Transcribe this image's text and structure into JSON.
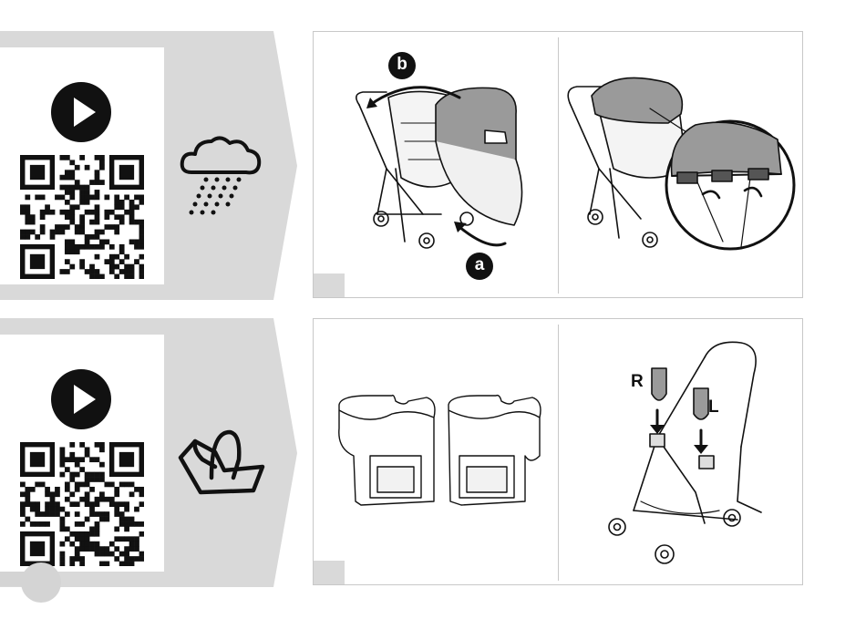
{
  "colors": {
    "band": "#d9d9d9",
    "canopy": "#9a9a9a",
    "ink": "#111111",
    "panel_border": "#c8c8c8"
  },
  "sections": [
    {
      "context_icon": "rain-cloud-icon",
      "qr_icon": "qr-code-icon",
      "play_icon": "play-icon",
      "left_illustration": "raincover-fitting-icon",
      "right_illustration": "canopy-clip-detail-icon",
      "badges": {
        "a": "a",
        "b": "b"
      }
    },
    {
      "context_icon": "infant-car-seat-icon",
      "qr_icon": "qr-code-icon",
      "play_icon": "play-icon",
      "left_illustration": "car-seat-adapters-icon",
      "right_illustration": "adapter-mounting-icon",
      "labels": {
        "right": "R",
        "left": "L"
      }
    }
  ]
}
